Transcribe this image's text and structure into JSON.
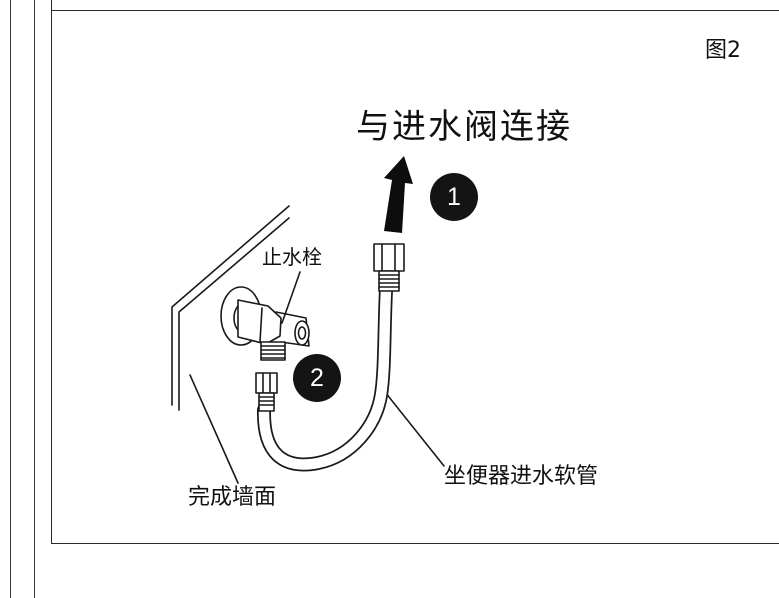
{
  "figure": {
    "number": "图2",
    "headline": "与进水阀连接",
    "steps": [
      "1",
      "2"
    ],
    "labels": {
      "angle_valve": "止水栓",
      "finished_wall": "完成墙面",
      "inlet_hose": "坐便器进水软管"
    }
  },
  "colors": {
    "ink": "#111111",
    "badge": "#141414",
    "badge_text": "#ffffff",
    "background": "#ffffff"
  }
}
